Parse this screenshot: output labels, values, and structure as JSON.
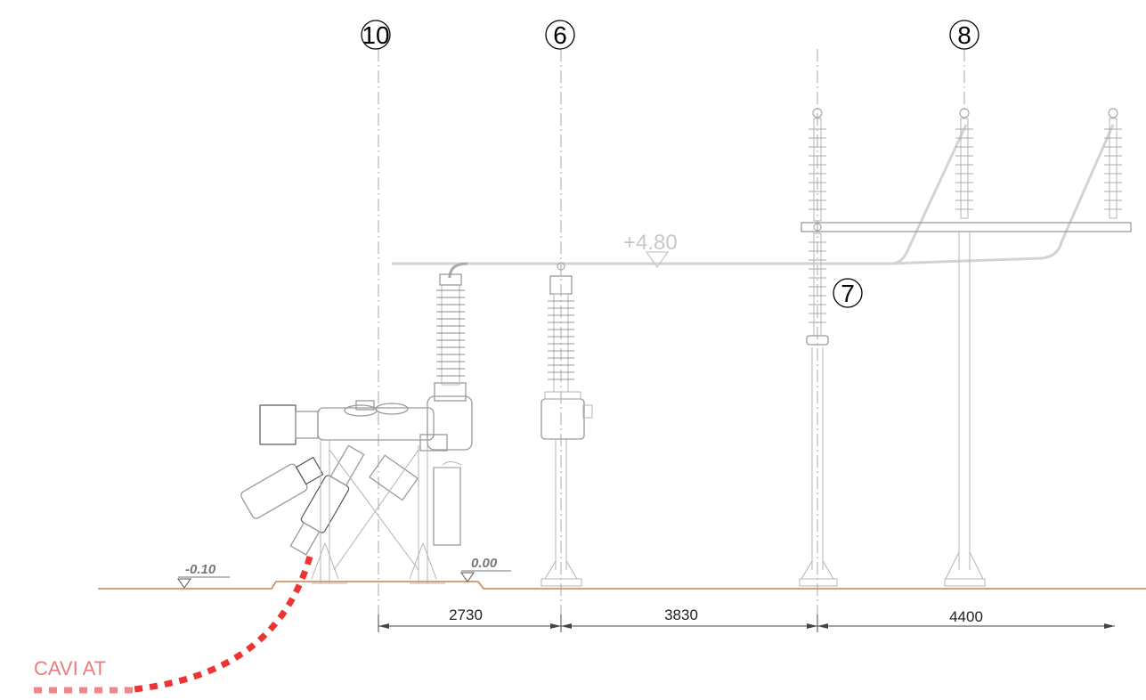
{
  "references": {
    "r10": "10",
    "r6": "6",
    "r8": "8",
    "r7": "7"
  },
  "levels": {
    "busbar": "+4.80",
    "left_ground": "-0.10",
    "right_ground": "0.00"
  },
  "dimensions": {
    "d1": "2730",
    "d2": "3830",
    "d3": "4400"
  },
  "cable": {
    "label": "CAVI AT",
    "color": "#ee3333"
  },
  "colors": {
    "ground": "#c8824a",
    "equipment": "#b4b4b4",
    "busbar": "#cfcfcf"
  }
}
